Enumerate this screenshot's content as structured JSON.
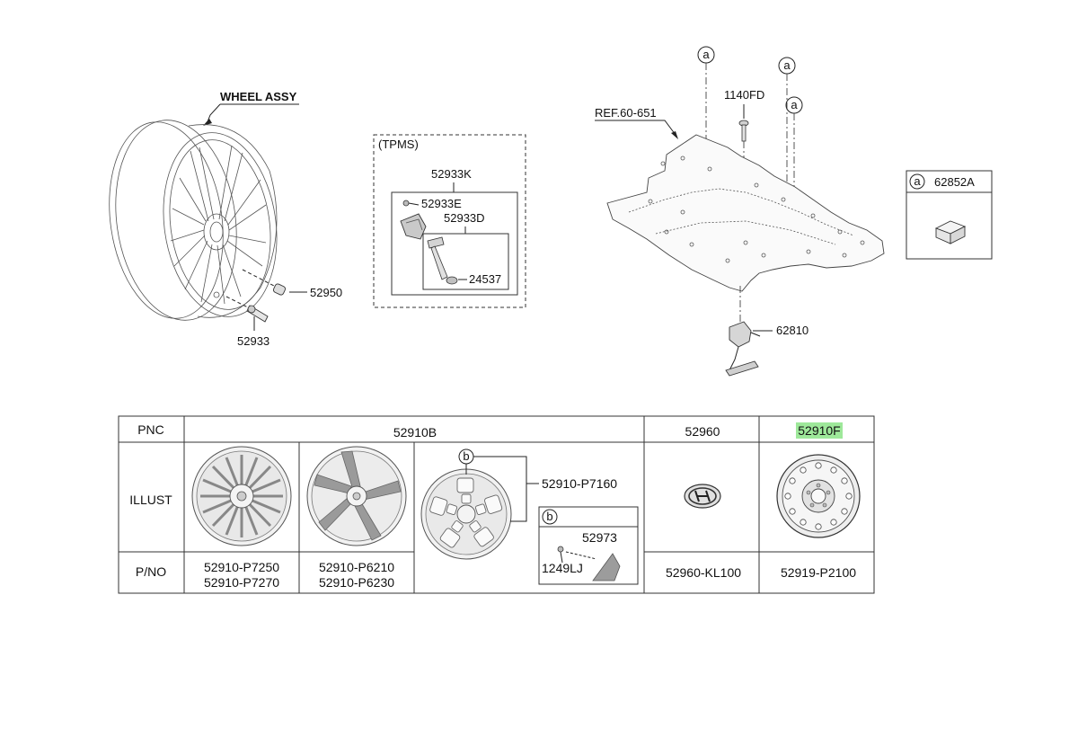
{
  "wheel_assy": {
    "title": "WHEEL ASSY",
    "nut_label": "52950",
    "valve_label": "52933"
  },
  "tpms": {
    "group_label": "(TPMS)",
    "kit_label": "52933K",
    "part_e_label": "52933E",
    "part_d_label": "52933D",
    "part_24537_label": "24537"
  },
  "floor": {
    "ref_label": "REF.60-651",
    "bolt_label": "1140FD",
    "carrier_label": "62810",
    "callout_marker": "a"
  },
  "legend_a": {
    "marker": "a",
    "part_label": "62852A"
  },
  "table": {
    "row_headers": [
      "PNC",
      "ILLUST",
      "P/NO"
    ],
    "pnc_wheels": "52910B",
    "pnc_emblem": "52960",
    "pnc_spare": "52910F",
    "highlight_color": "#9ee89a",
    "wheel1_pno": [
      "52910-P7250",
      "52910-P7270"
    ],
    "wheel2_pno": [
      "52910-P6210",
      "52910-P6230"
    ],
    "wheel3_pno": "52910-P7160",
    "wheel3_marker": "b",
    "subbox_marker": "b",
    "subbox_part1": "52973",
    "subbox_part2": "1249LJ",
    "emblem_pno": "52960-KL100",
    "spare_pno": "52919-P2100"
  }
}
